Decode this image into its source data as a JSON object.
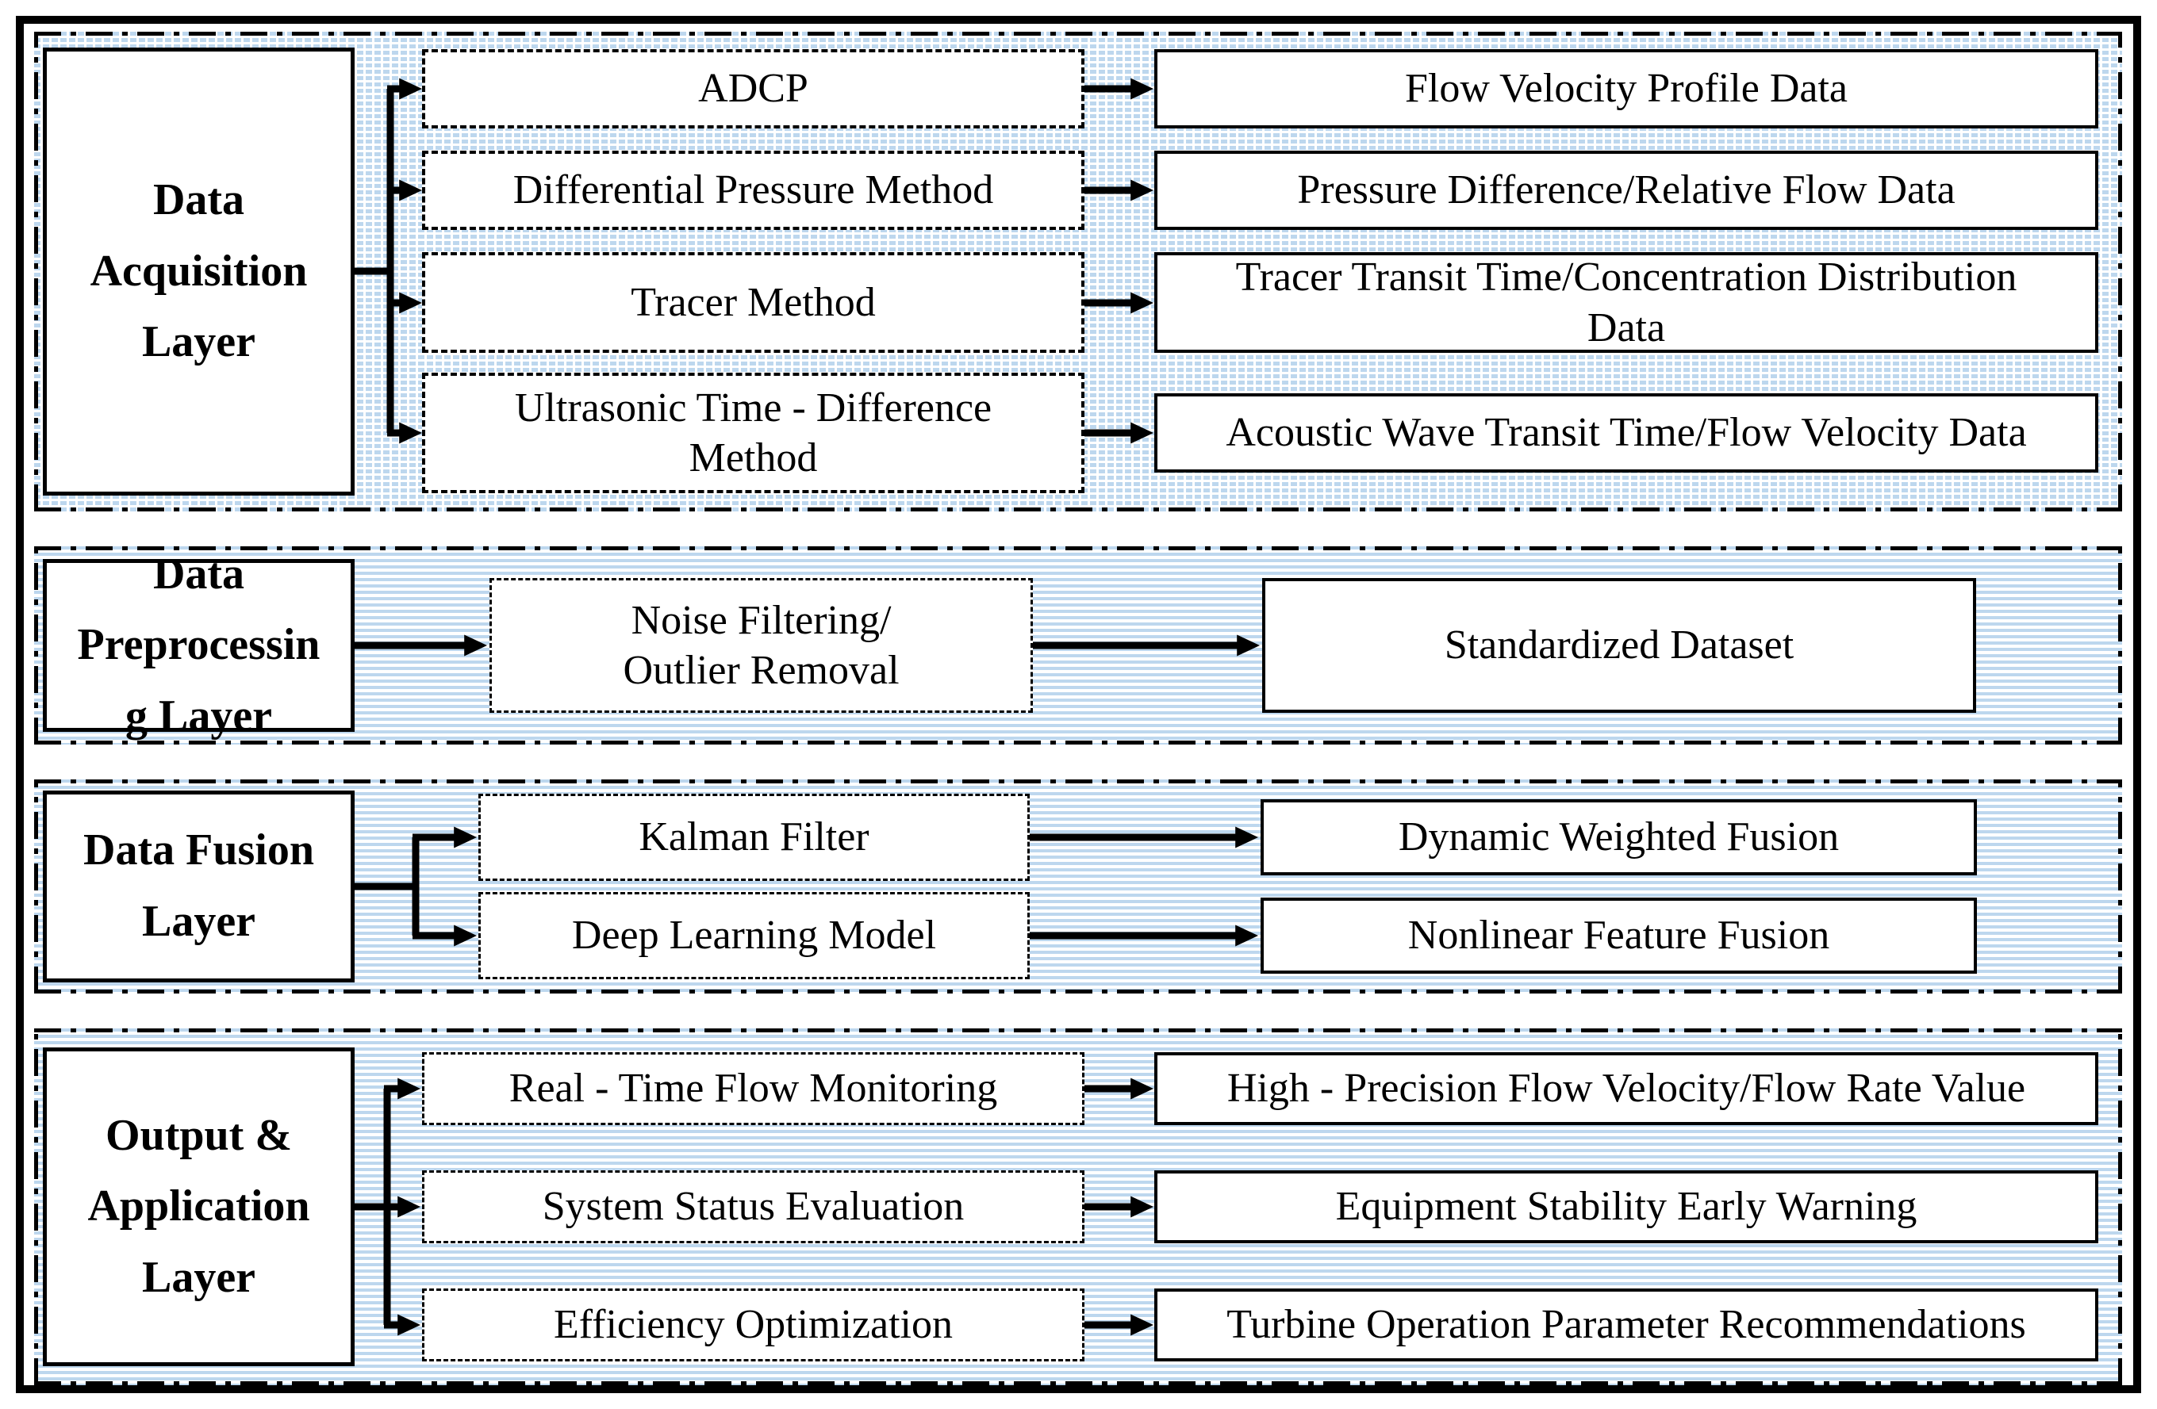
{
  "diagram": {
    "colors": {
      "stripe_blue": "#BDD7EE",
      "line_black": "#000000",
      "box_fill": "#FFFFFF"
    },
    "layers": [
      {
        "id": "data-acquisition",
        "label": "Data\nAcquisition\nLayer",
        "rows": [
          {
            "method": "ADCP",
            "output": "Flow Velocity Profile Data"
          },
          {
            "method": "Differential Pressure Method",
            "output": "Pressure Difference/Relative Flow Data"
          },
          {
            "method": "Tracer Method",
            "output": "Tracer Transit Time/Concentration Distribution\nData"
          },
          {
            "method": "Ultrasonic Time - Difference\nMethod",
            "output": "Acoustic Wave Transit Time/Flow Velocity Data"
          }
        ]
      },
      {
        "id": "data-preprocessing",
        "label": "Data\nPreprocessin\ng Layer",
        "rows": [
          {
            "method": "Noise Filtering/\nOutlier Removal",
            "output": "Standardized Dataset"
          }
        ]
      },
      {
        "id": "data-fusion",
        "label": "Data Fusion\nLayer",
        "rows": [
          {
            "method": "Kalman Filter",
            "output": "Dynamic Weighted Fusion"
          },
          {
            "method": "Deep Learning Model",
            "output": "Nonlinear Feature Fusion"
          }
        ]
      },
      {
        "id": "output-application",
        "label": "Output &\nApplication\nLayer",
        "rows": [
          {
            "method": "Real - Time Flow Monitoring",
            "output": "High - Precision Flow Velocity/Flow Rate Value"
          },
          {
            "method": "System Status Evaluation",
            "output": "Equipment Stability Early Warning"
          },
          {
            "method": "Efficiency Optimization",
            "output": "Turbine Operation Parameter Recommendations"
          }
        ]
      }
    ]
  }
}
